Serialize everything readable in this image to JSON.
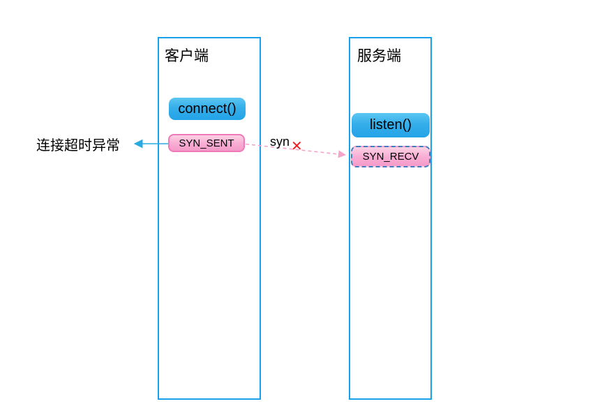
{
  "client": {
    "title": "客户端",
    "action_label": "connect()",
    "state_label": "SYN_SENT"
  },
  "server": {
    "title": "服务端",
    "action_label": "listen()",
    "state_label": "SYN_RECV"
  },
  "annotations": {
    "timeout_label": "连接超时异常",
    "message_label": "syn",
    "failure_mark": "✕"
  },
  "colors": {
    "lane_border": "#19A0E8",
    "action_button_top": "#5CC7F2",
    "action_button_bottom": "#23A3E8",
    "state_button_top": "#FDD2E4",
    "state_button_bottom": "#F49BC9",
    "state_button_border": "#F279B9",
    "recv_dashed_border": "#3E7EC0",
    "timeout_arrow": "#29ABE2",
    "message_arrow": "#F5A3C9",
    "failure_mark": "#ED1C24",
    "text": "#000000",
    "background": "#FFFFFF"
  }
}
